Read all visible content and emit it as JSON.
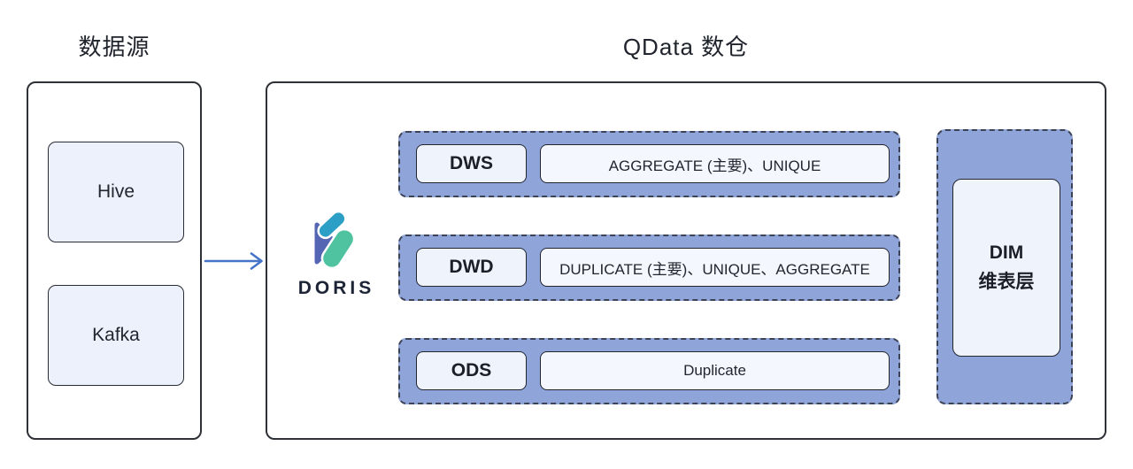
{
  "titles": {
    "datasources": "数据源",
    "warehouse": "QData 数仓"
  },
  "sources": {
    "items": [
      "Hive",
      "Kafka"
    ]
  },
  "doris": {
    "label": "DORIS"
  },
  "layers": [
    {
      "label": "DWS",
      "models": "AGGREGATE (主要)、UNIQUE"
    },
    {
      "label": "DWD",
      "models": "DUPLICATE (主要)、UNIQUE、AGGREGATE"
    },
    {
      "label": "ODS",
      "models": "Duplicate"
    }
  ],
  "dim": {
    "title": "DIM",
    "subtitle": "维表层"
  },
  "colors": {
    "band_fill": "#8fa5da",
    "band_border": "#3d4357",
    "node_fill": "#ecf1fb",
    "inner_box_fill": "#f4f7fd",
    "container_border": "#2f3138",
    "arrow": "#4573c8",
    "text_dark": "#23262e",
    "logo_indigo": "#5465b4",
    "logo_blue": "#2b9fc6",
    "logo_green": "#4fc2a0",
    "logo_text": "#1d2436"
  }
}
